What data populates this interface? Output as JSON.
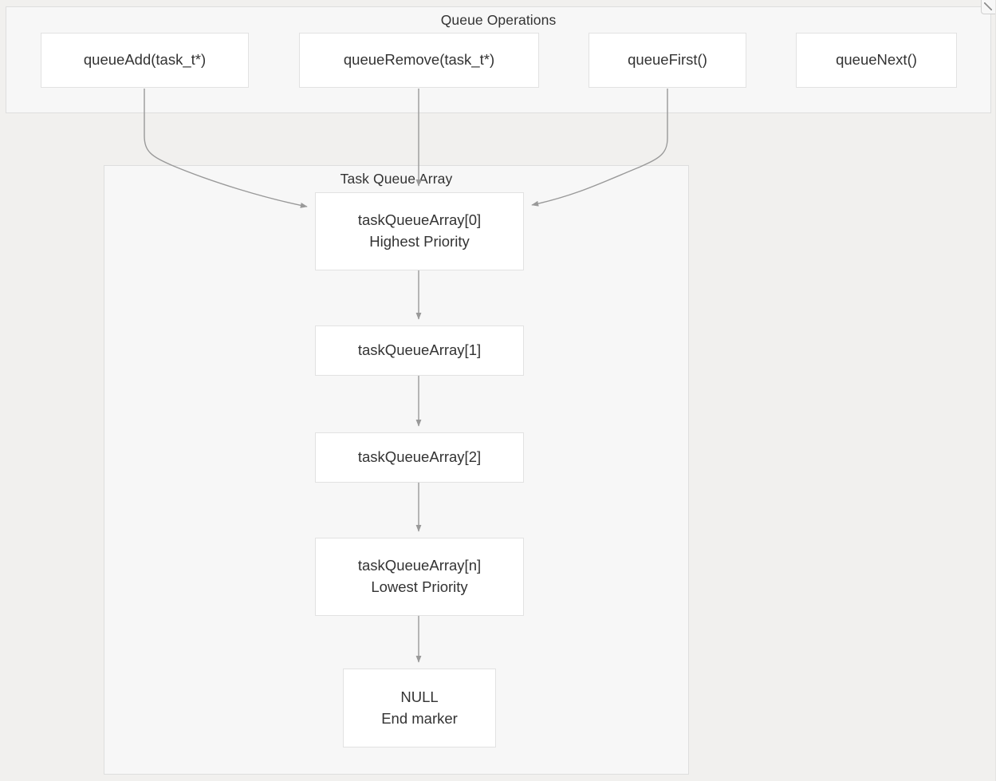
{
  "diagram": {
    "type": "flowchart",
    "title": "Task Queue Array structure and queue operations",
    "clusters": [
      {
        "id": "queue_operations",
        "label": "Queue Operations"
      },
      {
        "id": "task_queue_array",
        "label": "Task Queue Array"
      }
    ],
    "nodes": {
      "queue_add": {
        "label": "queueAdd(task_t*)"
      },
      "queue_remove": {
        "label": "queueRemove(task_t*)"
      },
      "queue_first": {
        "label": "queueFirst()"
      },
      "queue_next": {
        "label": "queueNext()"
      },
      "tqa0": {
        "line1": "taskQueueArray[0]",
        "line2": "Highest Priority"
      },
      "tqa1": {
        "line1": "taskQueueArray[1]",
        "line2": ""
      },
      "tqa2": {
        "line1": "taskQueueArray[2]",
        "line2": ""
      },
      "tqan": {
        "line1": "taskQueueArray[n]",
        "line2": "Lowest Priority"
      },
      "null_marker": {
        "line1": "NULL",
        "line2": "End marker"
      }
    },
    "edges": [
      {
        "from": "queue_add",
        "to": "tqa0",
        "style": "curved-arrow"
      },
      {
        "from": "queue_remove",
        "to": "tqa0",
        "style": "straight-arrow"
      },
      {
        "from": "queue_first",
        "to": "tqa0",
        "style": "curved-arrow"
      },
      {
        "from": "tqa0",
        "to": "tqa1",
        "style": "straight-arrow"
      },
      {
        "from": "tqa1",
        "to": "tqa2",
        "style": "straight-arrow"
      },
      {
        "from": "tqa2",
        "to": "tqan",
        "style": "straight-arrow"
      },
      {
        "from": "tqan",
        "to": "null_marker",
        "style": "straight-arrow"
      }
    ],
    "colors": {
      "page_background": "#f1f0ee",
      "cluster_fill": "#f7f7f7",
      "cluster_border": "#dedede",
      "node_fill": "#ffffff",
      "node_border": "#e2e2e2",
      "node_text": "#333333",
      "edge_stroke": "#999999"
    }
  },
  "window": {
    "resize_handle": "resize-grip"
  }
}
